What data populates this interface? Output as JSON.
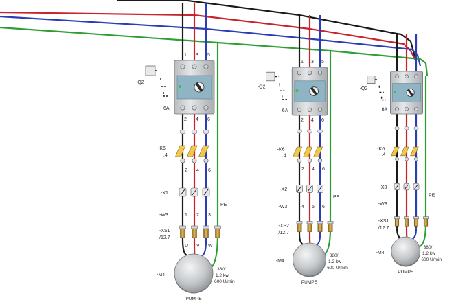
{
  "wire_colors": {
    "L1": "#1a1a1a",
    "L2": "#c8242c",
    "L3": "#2b3db5",
    "PE": "#2e9e35"
  },
  "colors": {
    "breaker_body": "#d2d6d8",
    "breaker_face": "#8fb4c4",
    "motor": "#c9ccce",
    "terminal_gold": "#c79a3a"
  },
  "icons": [
    "switch-contact-icon",
    "circuit-breaker-icon",
    "fuse-terminal-icon",
    "motor-icon"
  ],
  "circuits": [
    {
      "breaker_label": "-Q2",
      "rating": "6A",
      "phases_in": [
        "1",
        "3",
        "5"
      ],
      "phases_out": [
        "2",
        "4",
        "6"
      ],
      "contactor_label": "-K6",
      "contactor_sub": ".4",
      "contactor_nums": [
        "2",
        "4",
        "6"
      ],
      "x1_label": "-X1",
      "cable_label": "-W3",
      "cable_nums": [
        "1",
        "2",
        "3"
      ],
      "pe_label": "PE",
      "xs_label": "-XS1",
      "xs_sub": "/12.7",
      "terminal_letters": [
        "U",
        "V",
        "W"
      ],
      "motor_label": "-M4",
      "motor_name": "PUMPE",
      "spec_voltage": "380/",
      "spec_power": "1.2 kw",
      "spec_speed": "600 U/min"
    },
    {
      "breaker_label": "-Q2",
      "rating": "6A",
      "phases_in": [
        "1",
        "3",
        "5"
      ],
      "phases_out": [
        "2",
        "4",
        "6"
      ],
      "contactor_label": "-K6",
      "contactor_sub": ".4",
      "contactor_nums": [
        "2",
        "4",
        "6"
      ],
      "x1_label": "-X2",
      "cable_label": "-W3",
      "cable_nums": [
        "4",
        "5",
        "6"
      ],
      "pe_label": "PE",
      "xs_label": "-XS2",
      "xs_sub": "/12.7",
      "terminal_letters": [],
      "motor_label": "-M4",
      "motor_name": "PUMPE",
      "spec_voltage": "380/",
      "spec_power": "1.2 kw",
      "spec_speed": "600 U/min"
    },
    {
      "breaker_label": "-Q2",
      "rating": "6A",
      "phases_in": [],
      "phases_out": [],
      "contactor_label": "-K6",
      "contactor_sub": ".4",
      "contactor_nums": [],
      "x1_label": "-X3",
      "cable_label": "-W3",
      "cable_nums": [],
      "pe_label": "PE",
      "xs_label": "-XS1",
      "xs_sub": "/12.7",
      "terminal_letters": [],
      "motor_label": "-M4",
      "motor_name": "PUMPE",
      "spec_voltage": "380/",
      "spec_power": "1.2 kw",
      "spec_speed": "600 U/min"
    }
  ]
}
